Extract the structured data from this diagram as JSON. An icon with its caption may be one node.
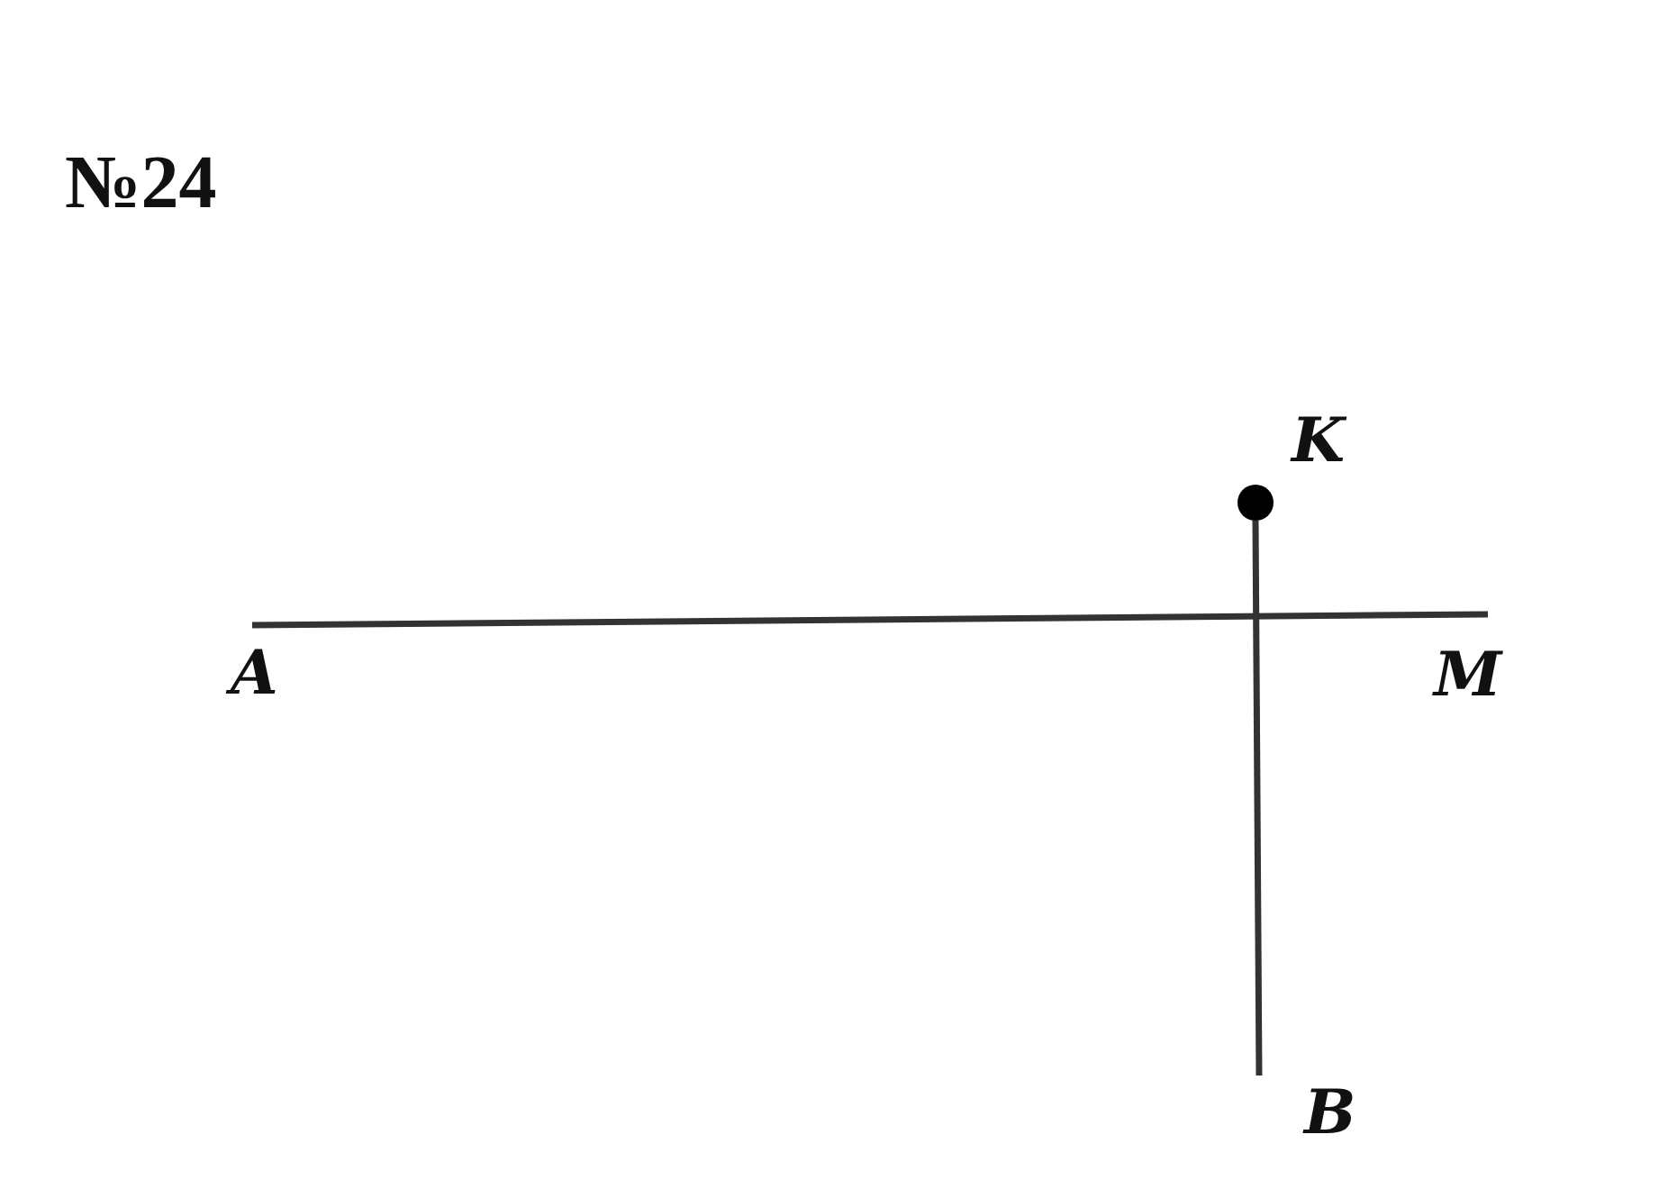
{
  "diagram": {
    "title": "№24",
    "nodes": [
      {
        "text": [],
        "shape": "circle",
        "beside": [
          "K"
        ]
      },
      {
        "text": [
          "A"
        ]
      },
      {
        "text": [
          "M"
        ]
      },
      {
        "text": [
          "B"
        ]
      }
    ],
    "edges": [
      {
        "from": 1,
        "to": 2,
        "arrow": "none"
      },
      {
        "from": 0,
        "to": 3,
        "arrow": "none"
      }
    ]
  }
}
